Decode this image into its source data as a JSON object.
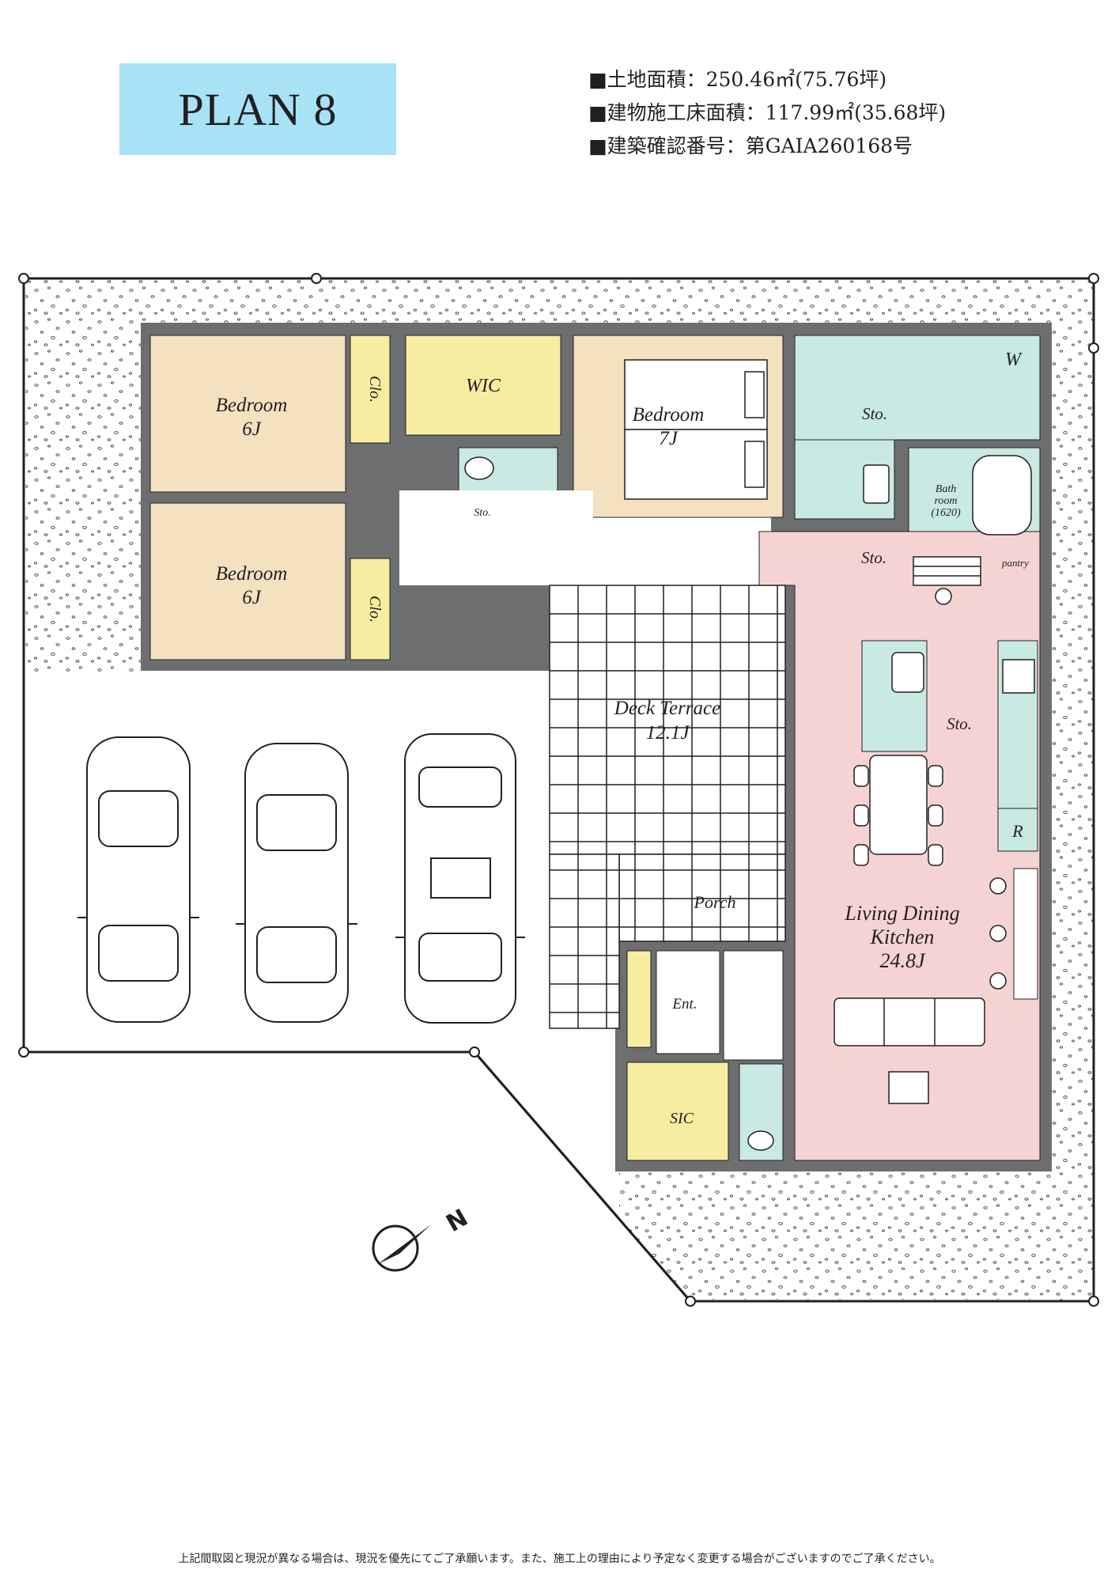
{
  "plan_title": "PLAN 8",
  "specs": [
    "■土地面積：250.46㎡(75.76坪)",
    "■建物施工床面積：117.99㎡(35.68坪)",
    "■建築確認番号：第GAIA260168号"
  ],
  "rooms": {
    "bedroom1": {
      "name": "Bedroom",
      "size": "6J"
    },
    "bedroom2": {
      "name": "Bedroom",
      "size": "6J"
    },
    "bedroom3": {
      "name": "Bedroom",
      "size": "7J"
    },
    "clo1": "Clo.",
    "clo2": "Clo.",
    "wic": "WIC",
    "sto_wc": "Sto.",
    "sto_wash": "Sto.",
    "sto_hall": "Sto.",
    "sto_kitchen": "Sto.",
    "washer": "W",
    "bath": {
      "line1": "Bath",
      "line2": "room",
      "line3": "(1620)"
    },
    "pantry": "pantry",
    "refrigerator": "R",
    "deck": {
      "name": "Deck Terrace",
      "size": "12.1J"
    },
    "porch": "Porch",
    "entrance": "Ent.",
    "sic": "SIC",
    "ldk": {
      "line1": "Living Dining",
      "line2": "Kitchen",
      "size": "24.8J"
    }
  },
  "compass_letter": "N",
  "colors": {
    "bedroom": "#f3e1c0",
    "storage": "#f6eda0",
    "wet_area": "#c9e9e3",
    "ldk": "#f6d3d3",
    "wall": "#6d6e70",
    "plan_badge": "#a7e2f7"
  },
  "footer": "上記間取図と現況が異なる場合は、現況を優先にてご了承願います。また、施工上の理由により予定なく変更する場合がございますのでご了承ください。"
}
